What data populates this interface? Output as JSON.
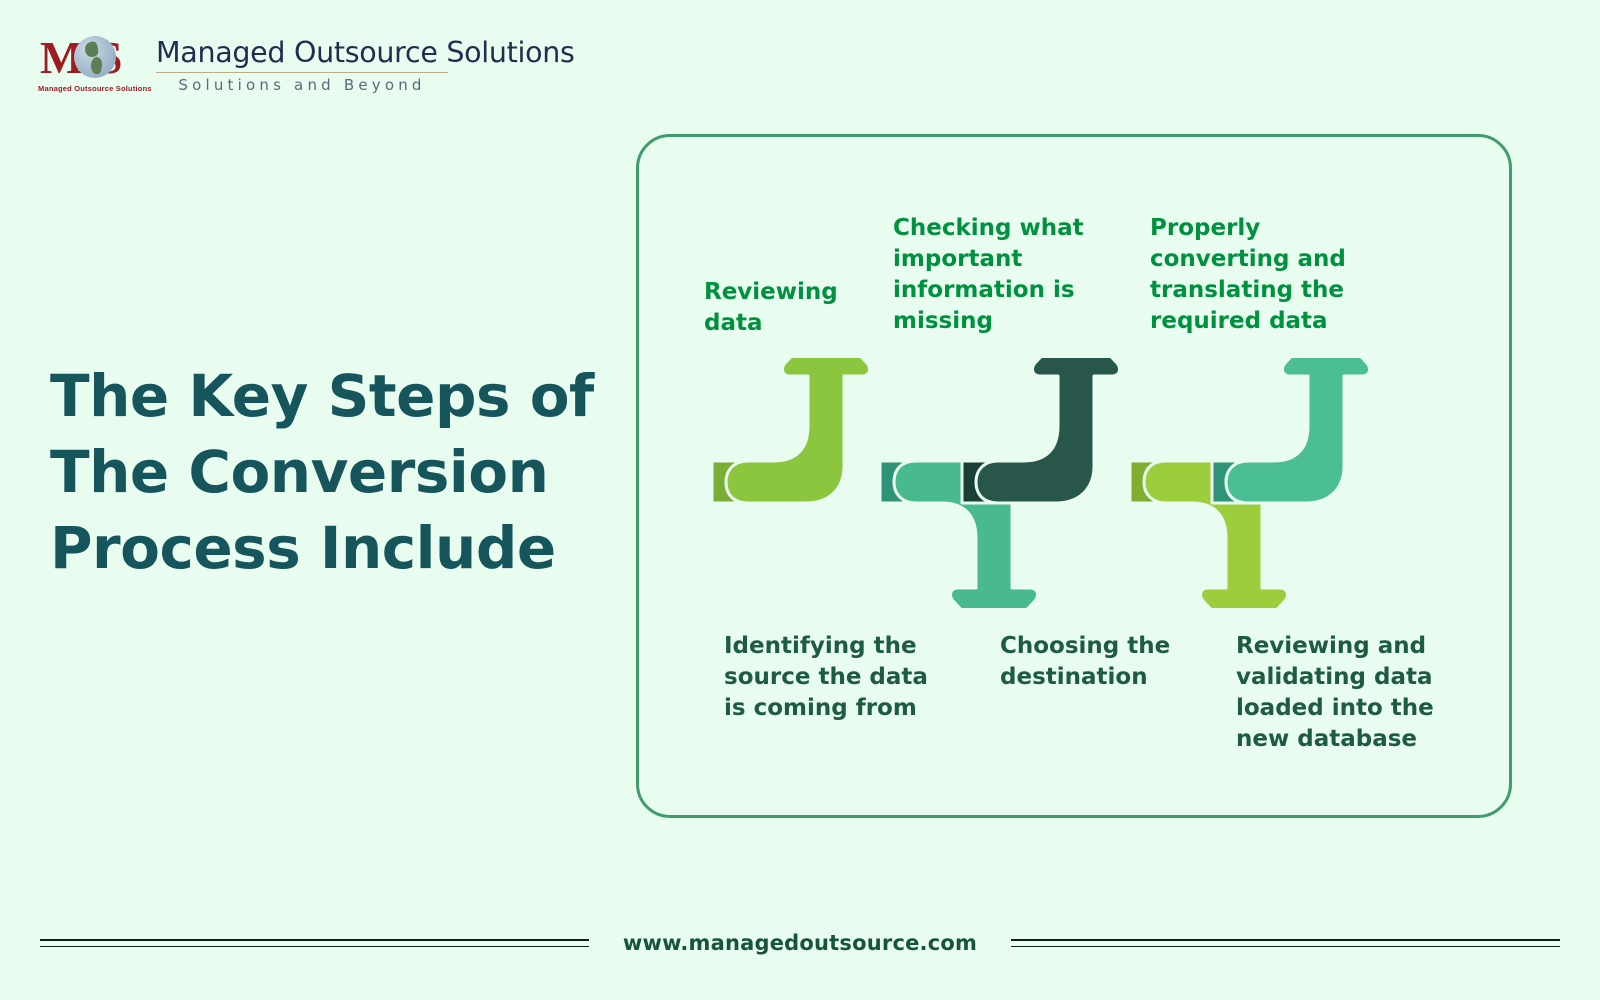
{
  "background_color": "#e9fcf0",
  "brand": {
    "logo_letters": "M S",
    "logo_mark_caption": "Managed Outsource Solutions",
    "name": "Managed Outsource Solutions",
    "tagline": "Solutions and Beyond",
    "logo_red": "#9e1b22",
    "logo_navy": "#1d2f4e"
  },
  "headline": {
    "line1": "The Key Steps of",
    "line2": "The Conversion",
    "line3": "Process Include",
    "color": "#17555c"
  },
  "panel": {
    "border_color": "#3f9c6d"
  },
  "labels": {
    "top_color": "#00913f",
    "bottom_color": "#1d5c3f",
    "step1": "Reviewing\ndata",
    "step2": "Identifying the\nsource the data\nis coming from",
    "step3": "Checking what\nimportant\ninformation is\nmissing",
    "step4": "Choosing the\ndestination",
    "step5": "Properly\nconverting and\ntranslating the\nrequired data",
    "step6": "Reviewing and\nvalidating data\nloaded into the\nnew database"
  },
  "arrows": [
    {
      "name": "arrow-step-1-up",
      "direction": "up",
      "color": "#8cc63f",
      "shade": "#7aad36"
    },
    {
      "name": "arrow-step-2-down",
      "direction": "down",
      "color": "#49b98e",
      "shade": "#2f9477"
    },
    {
      "name": "arrow-step-3-up",
      "direction": "up",
      "color": "#28564b",
      "shade": "#1b3f36"
    },
    {
      "name": "arrow-step-4-down",
      "direction": "down",
      "color": "#9bcd3c",
      "shade": "#7fae30"
    },
    {
      "name": "arrow-step-5-up",
      "direction": "up",
      "color": "#4cbe93",
      "shade": "#2f9477"
    },
    {
      "name": "arrow-step-6-down",
      "direction": "down",
      "color": "#2a6053",
      "shade": "#1b3f36"
    }
  ],
  "footer": {
    "url": "www.managedoutsource.com",
    "url_color": "#17553a"
  }
}
